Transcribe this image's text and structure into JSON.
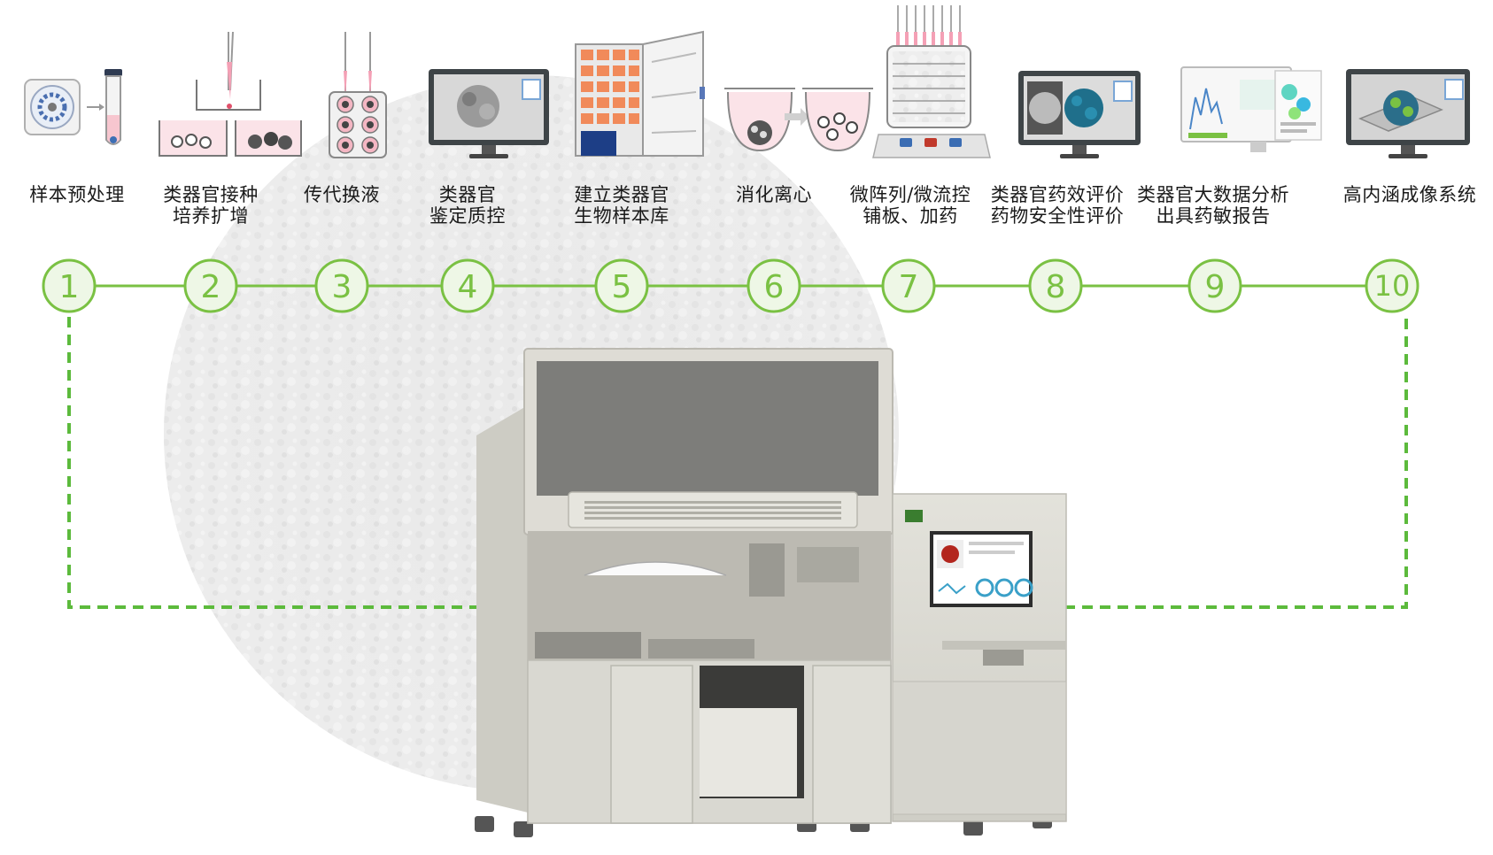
{
  "steps": [
    {
      "num": "1",
      "line1": "样本预处理",
      "line2": ""
    },
    {
      "num": "2",
      "line1": "类器官接种",
      "line2": "培养扩增"
    },
    {
      "num": "3",
      "line1": "传代换液",
      "line2": ""
    },
    {
      "num": "4",
      "line1": "类器官",
      "line2": "鉴定质控"
    },
    {
      "num": "5",
      "line1": "建立类器官",
      "line2": "生物样本库"
    },
    {
      "num": "6",
      "line1": "消化离心",
      "line2": ""
    },
    {
      "num": "7",
      "line1": "微阵列/微流控",
      "line2": "铺板、加药"
    },
    {
      "num": "8",
      "line1": "类器官药效评价",
      "line2": "药物安全性评价"
    },
    {
      "num": "9",
      "line1": "类器官大数据分析",
      "line2": "出具药敏报告"
    },
    {
      "num": "10",
      "line1": "高内涵成像系统",
      "line2": ""
    }
  ],
  "colors": {
    "accent": "#7ac143",
    "circle_fill": "#eef7e6",
    "machine_body": "#d9d8d1",
    "machine_panel": "#7d7d7a"
  },
  "icons": [
    "organoid-sample-icon",
    "seeding-culture-icon",
    "passage-plate-icon",
    "qc-monitor-icon",
    "biobank-freezer-icon",
    "digestion-centrifuge-icon",
    "microarray-plate-icon",
    "drug-evaluation-monitor-icon",
    "report-analysis-icon",
    "imaging-monitor-icon"
  ]
}
